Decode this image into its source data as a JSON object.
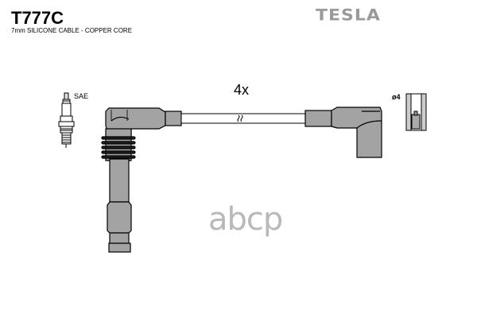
{
  "header": {
    "part_number": "T777C",
    "description": "7mm SILICONE CABLE - COPPER CORE",
    "brand": "TESLA"
  },
  "diagram": {
    "quantity_label": "4x",
    "plug_type_label": "SAE",
    "terminal_label": "ø4",
    "colors": {
      "boot": "#a3a3a3",
      "outline": "#000000",
      "cable": "#ffffff"
    }
  },
  "watermark": {
    "text": "abcp"
  }
}
